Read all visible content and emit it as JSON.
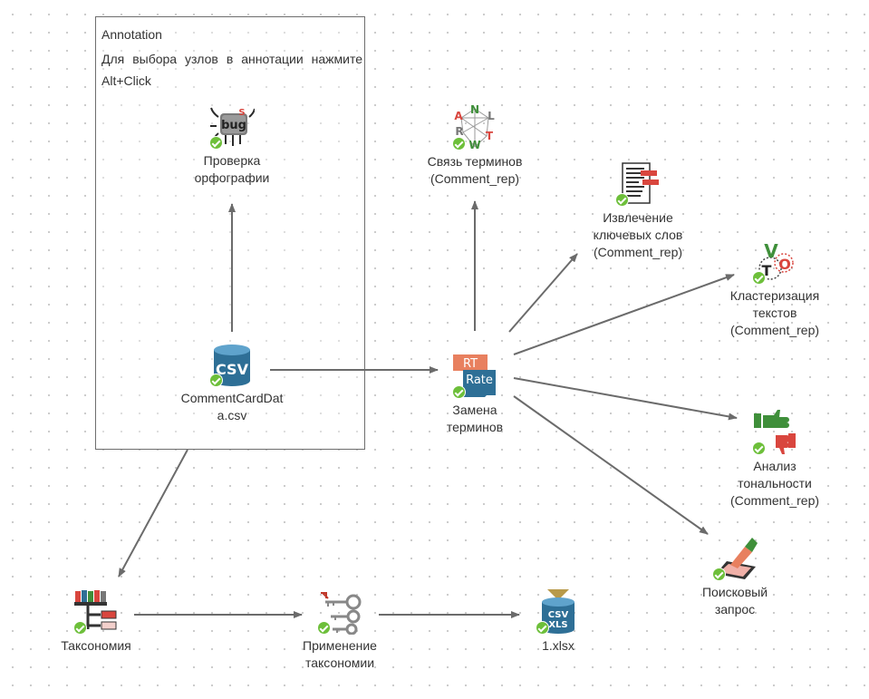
{
  "annotation": {
    "title": "Annotation",
    "text": "Для выбора узлов в аннотации нажмите Alt+Click"
  },
  "nodes": {
    "spellcheck": {
      "label": "Проверка\nорфографии",
      "icon": "bug-icon",
      "status": "ok"
    },
    "csv_source": {
      "label": "CommentCardDat\na.csv",
      "icon": "csv-database-icon",
      "status": "ok",
      "icon_text": "CSV"
    },
    "term_links": {
      "label": "Связь терминов\n(Comment_rep)",
      "icon": "network-letters-icon",
      "status": "ok"
    },
    "keywords": {
      "label": "Извлечение\nключевых слов\n(Comment_rep)",
      "icon": "keyword-document-icon",
      "status": "ok"
    },
    "clustering": {
      "label": "Кластеризация\nтекстов\n(Comment_rep)",
      "icon": "cluster-letters-icon",
      "status": "ok"
    },
    "term_replace": {
      "label": "Замена\nтерминов",
      "icon": "replace-tags-icon",
      "status": "ok",
      "icon_text_top": "RT",
      "icon_text_bottom": "Rate"
    },
    "sentiment": {
      "label": "Анализ\nтональности\n(Comment_rep)",
      "icon": "thumbs-icon",
      "status": "ok"
    },
    "search": {
      "label": "Поисковый\nзапрос",
      "icon": "highlighter-icon",
      "status": "ok"
    },
    "taxonomy": {
      "label": "Таксономия",
      "icon": "taxonomy-tree-icon",
      "status": "ok"
    },
    "apply_taxonomy": {
      "label": "Применение\nтаксономии",
      "icon": "keys-icon",
      "status": "ok"
    },
    "export": {
      "label": "1.xlsx",
      "icon": "csv-xls-export-icon",
      "status": "ok",
      "icon_text_top": "CSV",
      "icon_text_bottom": "XLS"
    }
  },
  "edges": [
    {
      "from": "csv_source",
      "to": "spellcheck"
    },
    {
      "from": "csv_source",
      "to": "term_replace"
    },
    {
      "from": "csv_source",
      "to": "taxonomy"
    },
    {
      "from": "term_replace",
      "to": "term_links"
    },
    {
      "from": "term_replace",
      "to": "keywords"
    },
    {
      "from": "term_replace",
      "to": "clustering"
    },
    {
      "from": "term_replace",
      "to": "sentiment"
    },
    {
      "from": "term_replace",
      "to": "search"
    },
    {
      "from": "taxonomy",
      "to": "apply_taxonomy"
    },
    {
      "from": "apply_taxonomy",
      "to": "export"
    }
  ],
  "colors": {
    "edge": "#6b6b6b",
    "check": "#6dbf3a",
    "accent_blue": "#2e6f96",
    "accent_red": "#d9463e",
    "accent_green": "#3f8f3a"
  }
}
